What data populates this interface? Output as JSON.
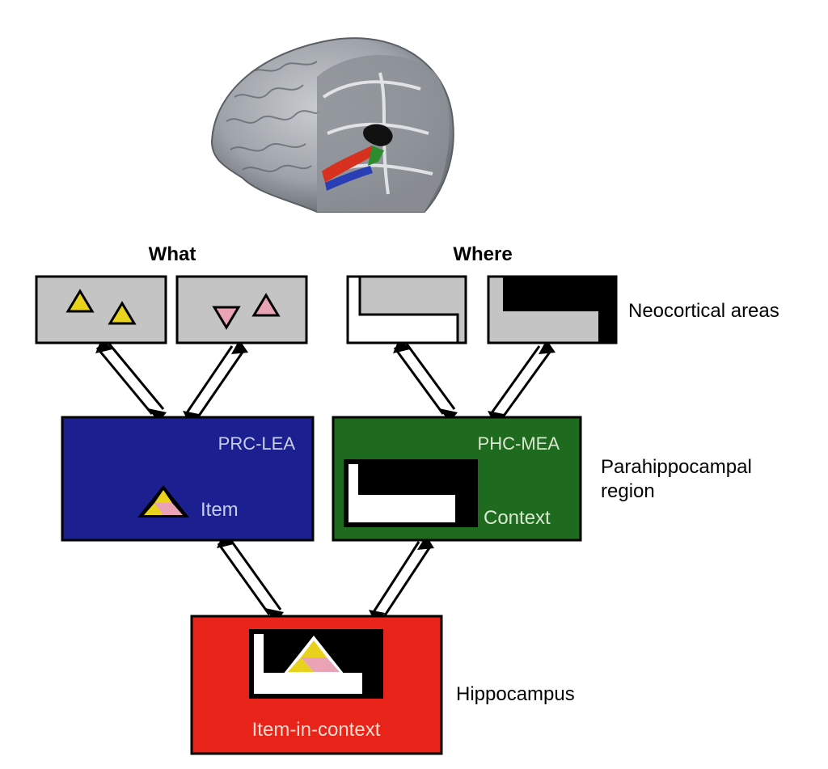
{
  "labels": {
    "what": "What",
    "where": "Where",
    "neocortical": "Neocortical areas",
    "parahippo_line1": "Parahippocampal",
    "parahippo_line2": "region",
    "hippocampus": "Hippocampus"
  },
  "boxes": {
    "prc": {
      "title": "PRC-LEA",
      "sub": "Item",
      "fill": "#1b1f8f"
    },
    "phc": {
      "title": "PHC-MEA",
      "sub": "Context",
      "fill": "#1e6a1e"
    },
    "hippo": {
      "sub": "Item-in-context",
      "fill": "#e8231a"
    }
  },
  "colors": {
    "neocortex_box": "#c4c4c4",
    "triangle_yellow": "#e8d21c",
    "triangle_pink": "#e9a3b5",
    "box_label_light": "#c9cfe9",
    "phc_label": "#dbe8d0",
    "hippo_label": "#ffd8cc"
  }
}
